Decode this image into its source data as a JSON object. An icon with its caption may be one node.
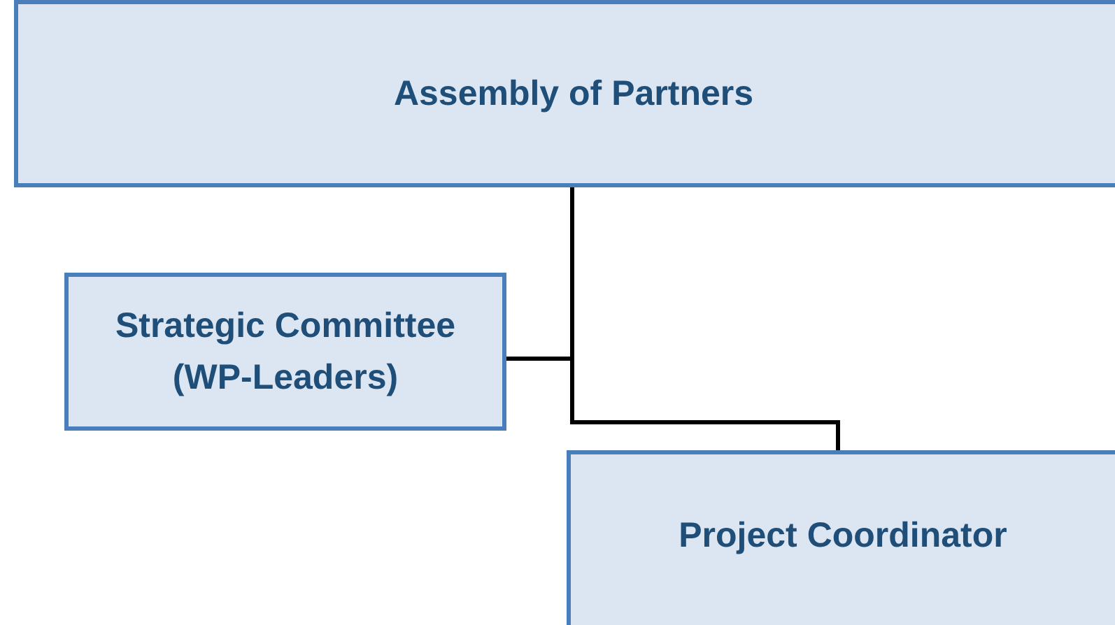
{
  "diagram": {
    "nodes": [
      {
        "text": [
          "Assembly of Partners"
        ]
      },
      {
        "text": [
          "Strategic Committee (WP-Leaders)"
        ]
      },
      {
        "text": [
          "Project Coordinator"
        ]
      }
    ],
    "edges": [
      {
        "from": 0,
        "to": 1,
        "arrow": "none"
      },
      {
        "from": 0,
        "to": 2,
        "arrow": "none"
      }
    ]
  }
}
